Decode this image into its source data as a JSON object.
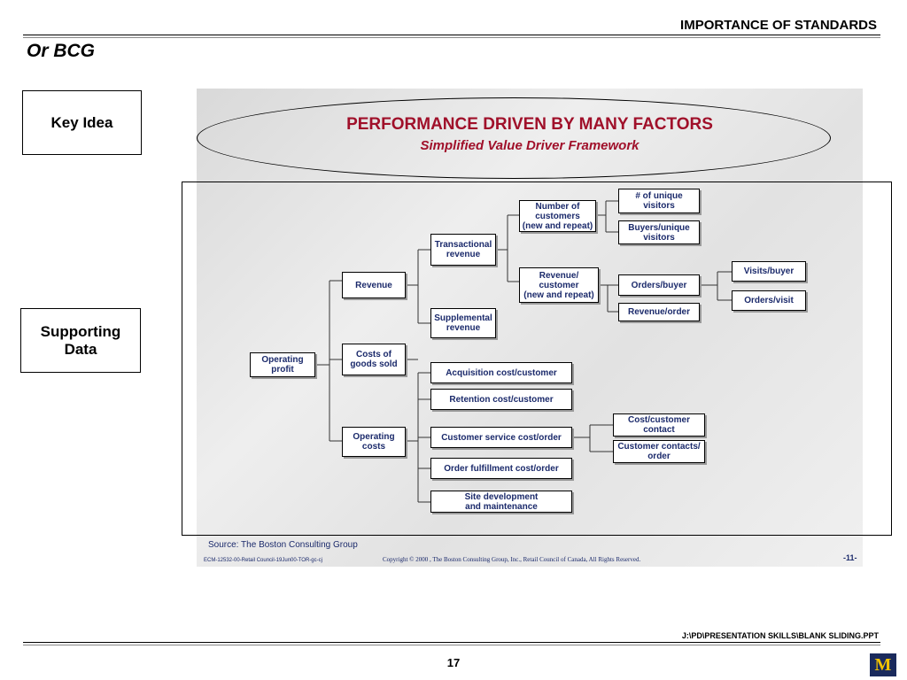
{
  "header": {
    "title": "IMPORTANCE OF STANDARDS",
    "subtitle": "Or BCG"
  },
  "side": {
    "key_idea": "Key Idea",
    "supporting_data": "Supporting\nData"
  },
  "slide": {
    "title": "PERFORMANCE DRIVEN BY MANY FACTORS",
    "subtitle": "Simplified Value Driver Framework",
    "nodes": {
      "operating_profit": "Operating\nprofit",
      "revenue": "Revenue",
      "costs_of_goods_sold": "Costs of\ngoods sold",
      "operating_costs": "Operating\ncosts",
      "transactional_revenue": "Transactional\nrevenue",
      "supplemental_revenue": "Supplemental\nrevenue",
      "number_of_customers": "Number of\ncustomers\n(new and repeat)",
      "revenue_per_customer": "Revenue/\ncustomer\n(new and repeat)",
      "unique_visitors": "# of unique\nvisitors",
      "buyers_unique_visitors": "Buyers/unique\nvisitors",
      "orders_buyer": "Orders/buyer",
      "revenue_order": "Revenue/order",
      "visits_buyer": "Visits/buyer",
      "orders_visit": "Orders/visit",
      "acquisition_cost": "Acquisition cost/customer",
      "retention_cost": "Retention cost/customer",
      "customer_service_cost": "Customer service cost/order",
      "order_fulfillment_cost": "Order fulfillment cost/order",
      "site_development": "Site development\nand maintenance",
      "cost_customer_contact": "Cost/customer\ncontact",
      "customer_contacts_order": "Customer contacts/\norder"
    },
    "source": "Source:  The Boston Consulting Group",
    "doc_id": "ECM-12532-00-Retail Council-19Jun00-TOR-gc-cj",
    "copyright": "Copyright © 2000 , The Boston Consulting Group, Inc.,  Retail Council of Canada, All Rights Reserved.",
    "inner_page": "-11-"
  },
  "footer": {
    "path": "J:\\PD\\PRESENTATION SKILLS\\BLANK SLIDING.PPT",
    "page_number": "17",
    "logo_letter": "M"
  },
  "colors": {
    "title_red": "#a0102a",
    "node_text_navy": "#1b2a6b",
    "logo_navy": "#1a2a5c",
    "logo_maize": "#f2c200"
  }
}
